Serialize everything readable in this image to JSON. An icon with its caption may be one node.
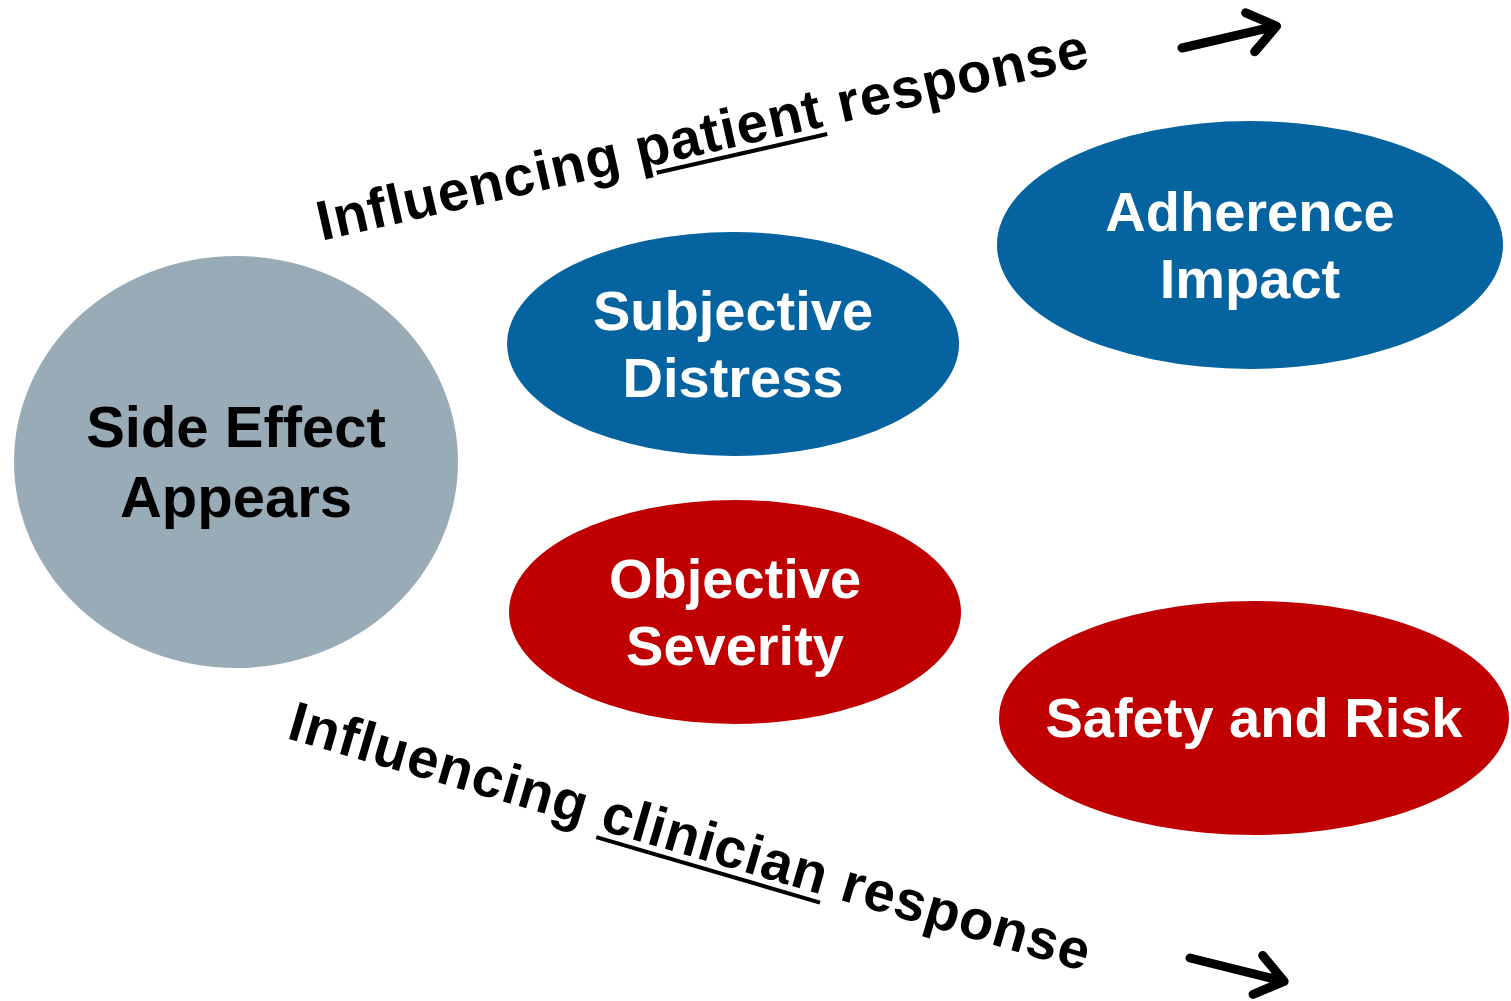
{
  "diagram": {
    "nodes": [
      {
        "text": [
          "Side Effect Appears"
        ]
      },
      {
        "text": [
          "Subjective Distress"
        ]
      },
      {
        "text": [
          "Adherence Impact"
        ]
      },
      {
        "text": [
          "Objective Severity"
        ]
      },
      {
        "text": [
          "Safety and Risk"
        ]
      }
    ],
    "labels": [
      "Influencing *patient* response",
      "Influencing *clinician* response"
    ]
  }
}
